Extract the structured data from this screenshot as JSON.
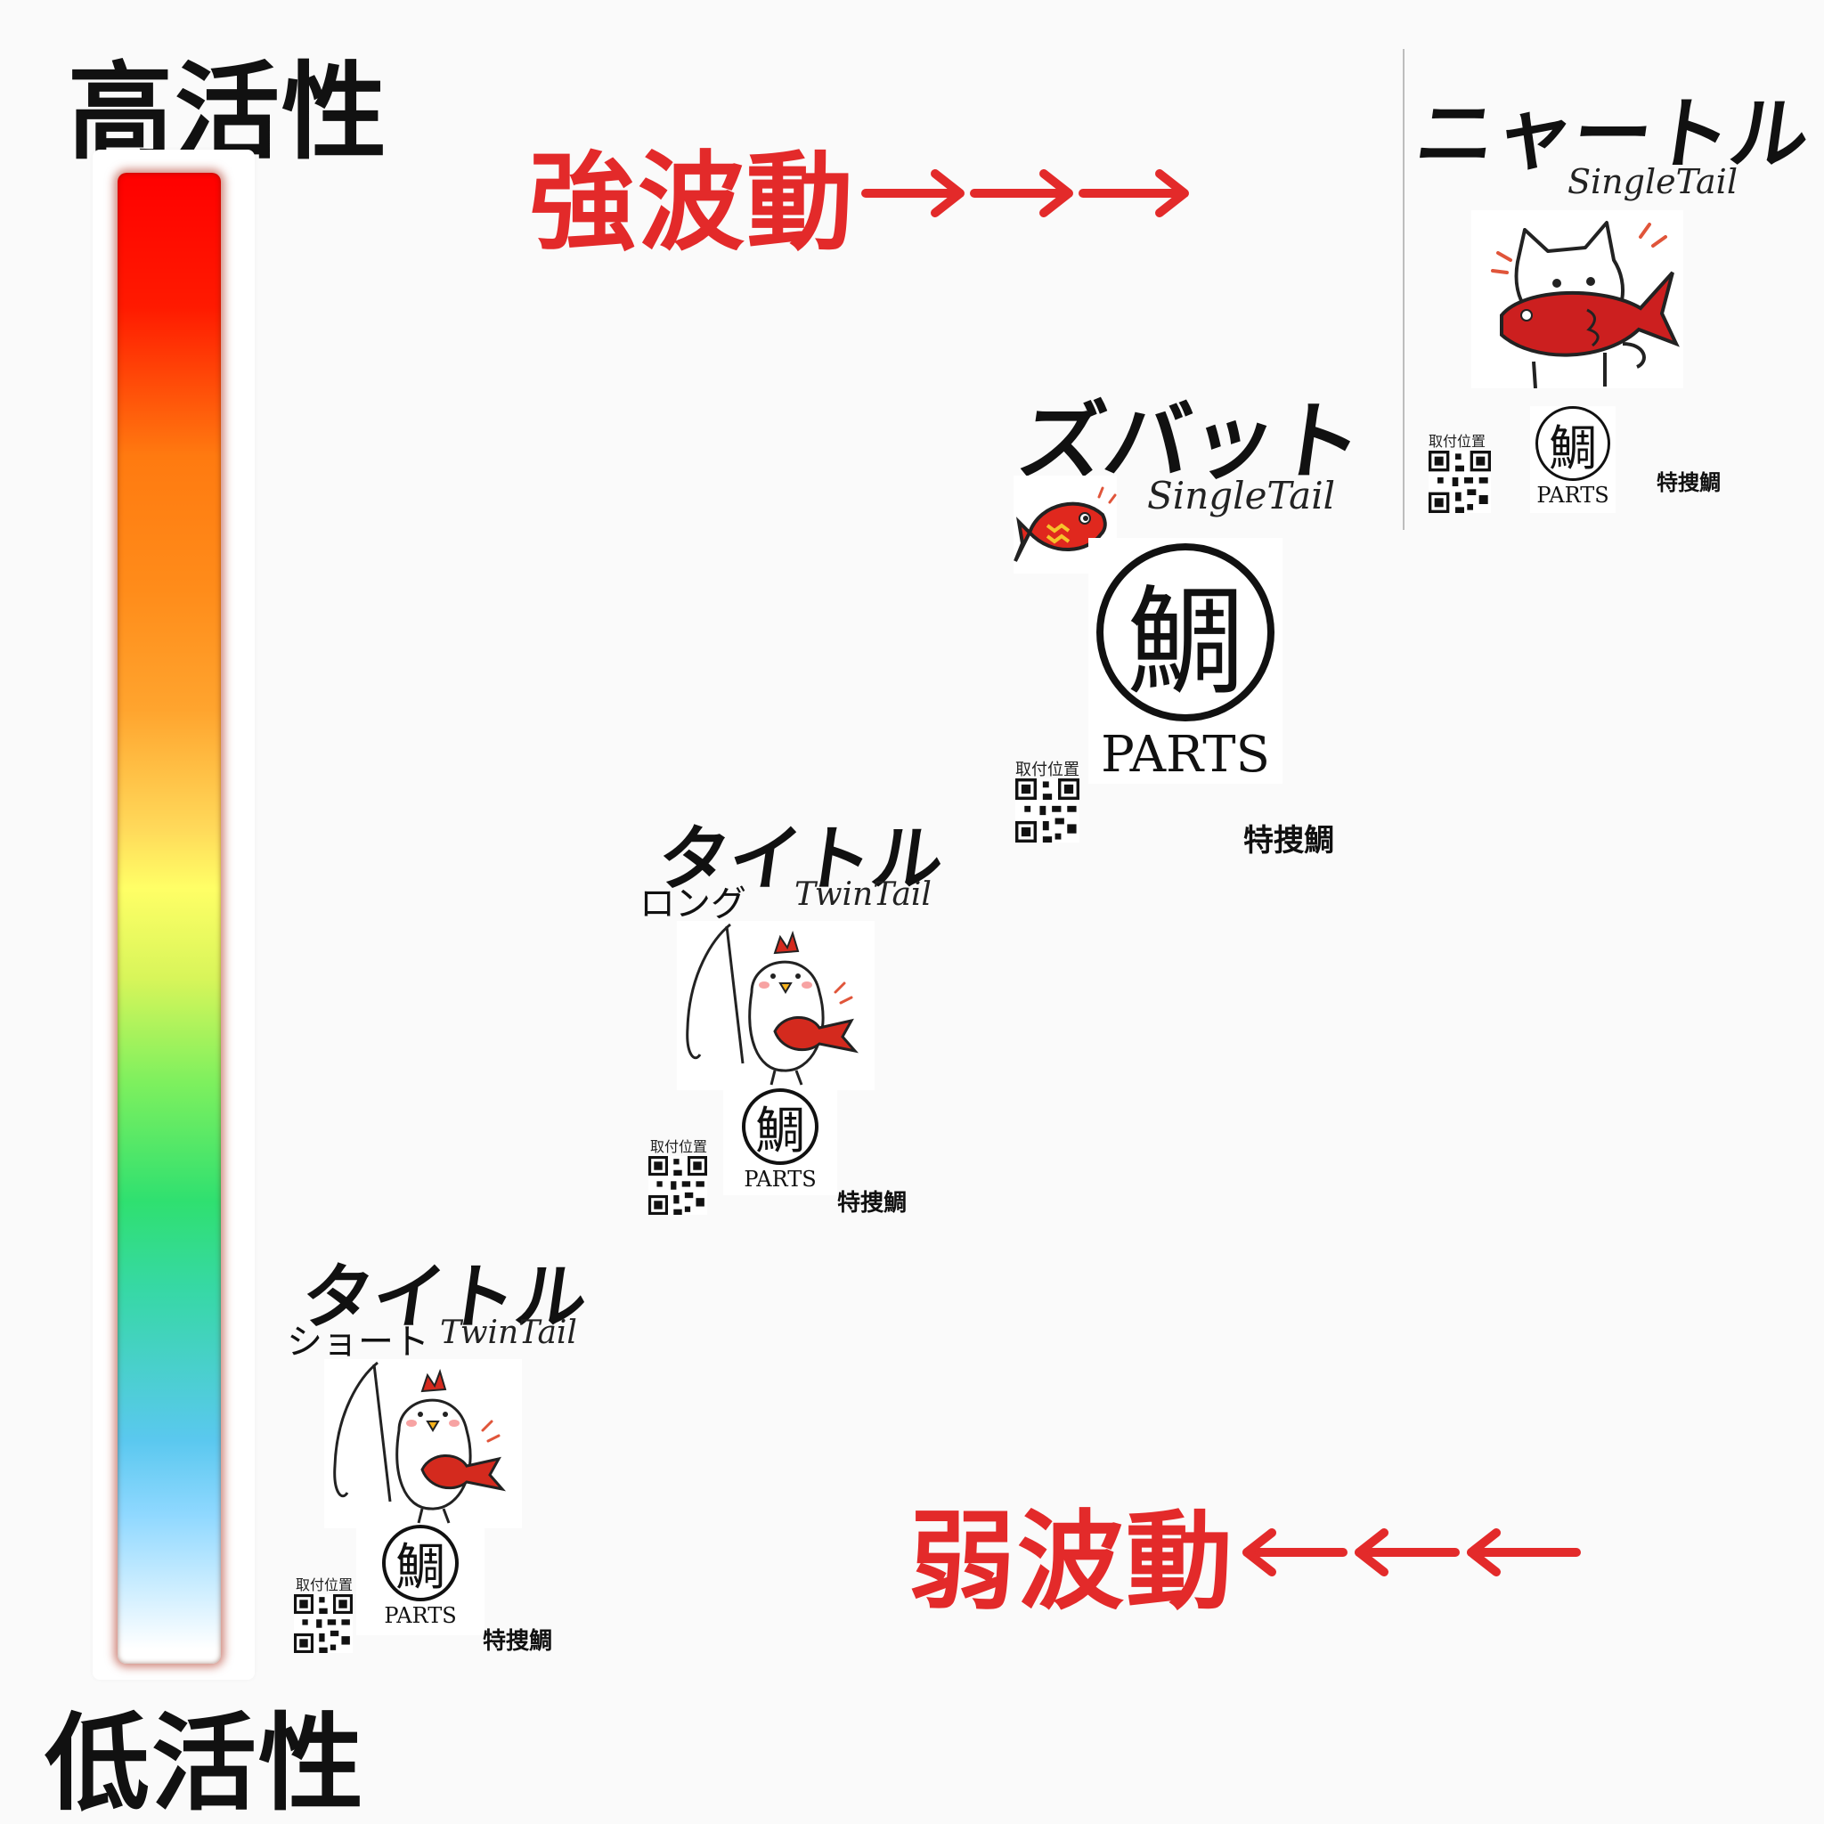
{
  "scale": {
    "high_label": "高活性",
    "low_label": "低活性"
  },
  "waves": {
    "strong_label": "強波動",
    "strong_arrows": "→→→",
    "weak_label": "弱波動",
    "weak_arrows": "←←←"
  },
  "colors": {
    "accent_red": "#e32a2a",
    "bar_top": "#ff0000",
    "bar_bottom": "#ffffff"
  },
  "products": [
    {
      "title": "ニャートル",
      "subtitle": "",
      "tail": "SingleTail",
      "illustration": "cat-holding-sea-bream-icon",
      "qr_label": "取付位置",
      "emblem_kanji": "鯛",
      "emblem_text": "PARTS",
      "brand": "特捜鯛"
    },
    {
      "title": "ズバット",
      "subtitle": "",
      "tail": "SingleTail",
      "illustration": "sea-bream-icon",
      "qr_label": "取付位置",
      "emblem_kanji": "鯛",
      "emblem_text": "PARTS",
      "brand": "特捜鯛"
    },
    {
      "title": "タイトル",
      "subtitle": "ロング",
      "tail": "TwinTail",
      "illustration": "chicken-fishing-icon",
      "qr_label": "取付位置",
      "emblem_kanji": "鯛",
      "emblem_text": "PARTS",
      "brand": "特捜鯛"
    },
    {
      "title": "タイトル",
      "subtitle": "ショート",
      "tail": "TwinTail",
      "illustration": "chicken-fishing-icon",
      "qr_label": "取付位置",
      "emblem_kanji": "鯛",
      "emblem_text": "PARTS",
      "brand": "特捜鯛"
    }
  ]
}
